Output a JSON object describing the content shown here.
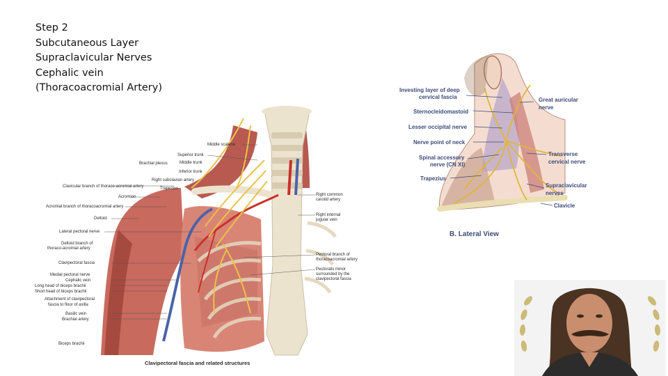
{
  "text_lines": [
    "Step 2",
    "Subcutaneous Layer",
    "Supraclavicular Nerves",
    "Cephalic vein",
    "(Thoracoacromial Artery)"
  ],
  "figure_a": {
    "caption": "Clavipectoral fascia and related structures",
    "left_labels": [
      "Brachial plexus",
      "Clavicular branch of thoraco-acromial artery",
      "Acromion",
      "Acromial branch of thoracoacromial artery",
      "Deltoid",
      "Lateral pectoral nerve",
      "Deltoid branch of",
      "thoraco-acromial artery",
      "Clavipectoral fascia",
      "Medial pectoral nerve",
      "Cephalic vein",
      "Long head of biceps brachii",
      "Short head of biceps brachii",
      "Attachment of clavipectoral",
      "fascia to floor of axilla",
      "Basilic vein",
      "Brachial artery",
      "Biceps brachii"
    ],
    "top_labels": [
      "Middle scalene",
      "Superior trunk",
      "Middle trunk",
      "Inferior trunk",
      "Right subclavian artery",
      "Trapezius"
    ],
    "right_labels": [
      "Right common",
      "carotid artery",
      "Right internal",
      "jugular vein",
      "Pectoral branch of",
      "thoracoacromial artery",
      "Pectoralis minor",
      "surrounded by the",
      "clavipectoral fascia"
    ]
  },
  "figure_b": {
    "caption": "B. Lateral View",
    "left_labels": [
      "Investing layer of deep",
      "cervical fascia",
      "Sternocleidomastoid",
      "Lesser occipital nerve",
      "Nerve point of neck",
      "Spinal accessory",
      "nerve (CN XI)",
      "Trapezius"
    ],
    "right_labels": [
      "Great auricular",
      "nerve",
      "Transverse",
      "cervical nerve",
      "Supraclavicular",
      "nerves",
      "Clavicle"
    ]
  },
  "colors": {
    "muscle": "#c96a5e",
    "muscle_dark": "#9e4238",
    "bone": "#ece3cf",
    "nerve": "#e9c24a",
    "artery": "#c8312a",
    "vein": "#4a63a8",
    "fascia": "#b9a7c9",
    "label_blue": "#3d4a7a",
    "laurel": "#c8b46a"
  },
  "icons": {
    "photo": "portrait-photo"
  }
}
